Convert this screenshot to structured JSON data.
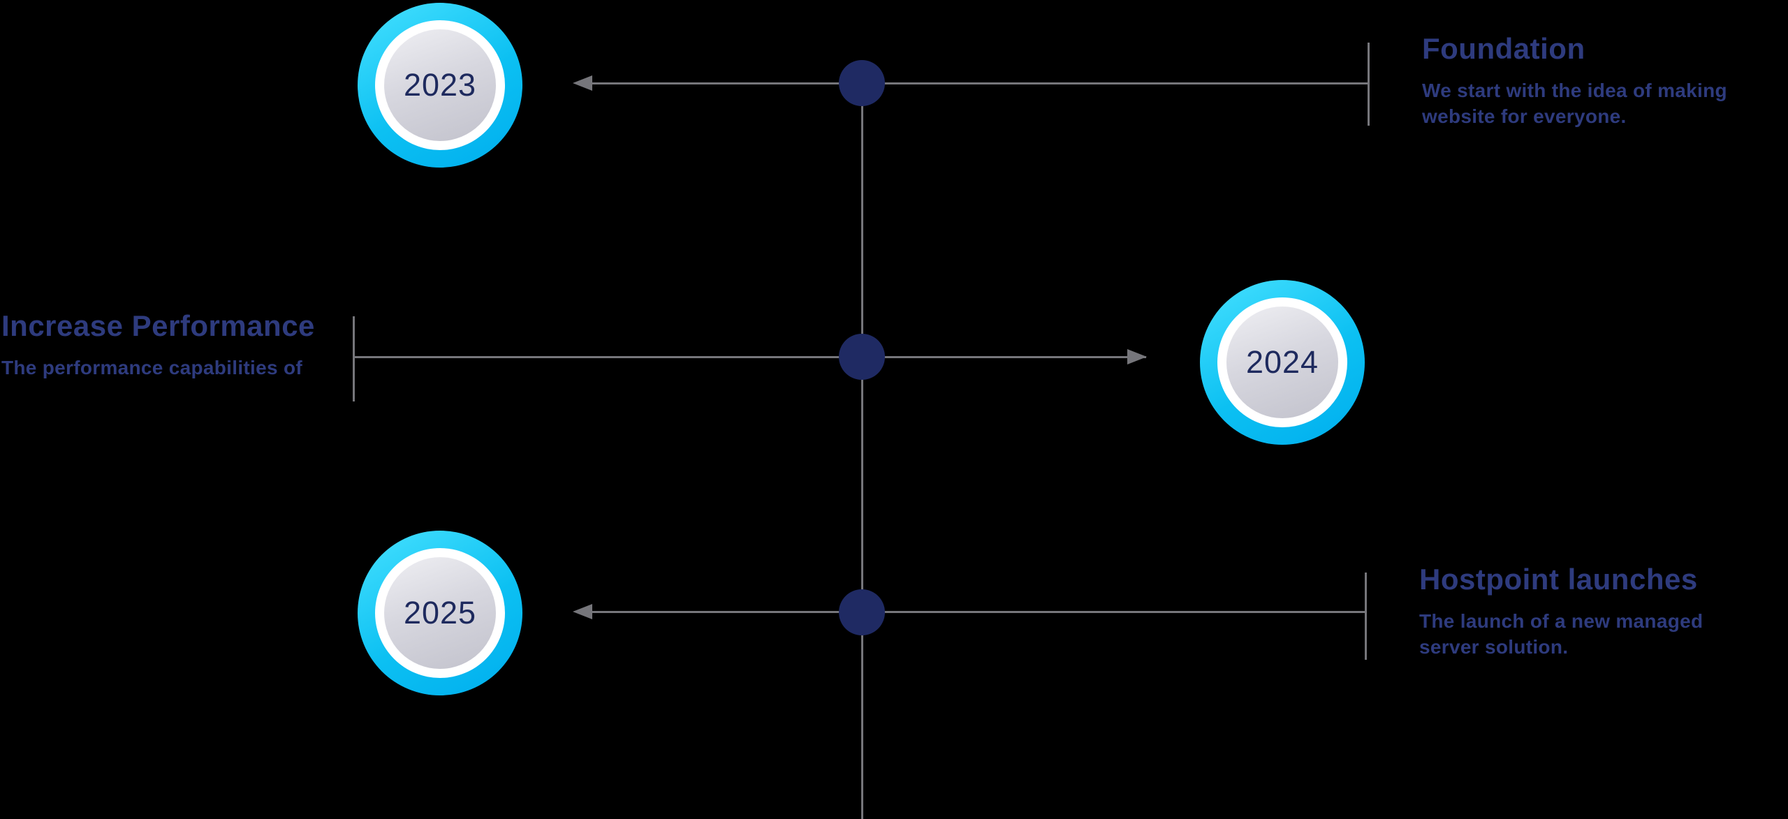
{
  "diagram": {
    "type": "timeline",
    "orientation": "vertical",
    "events": [
      {
        "year": "2023",
        "title": "Foundation",
        "description": "We start with the idea of making website for everyone.",
        "year_side": "left",
        "text_side": "right"
      },
      {
        "year": "2024",
        "title": "Increase Performance",
        "description": "The performance capabilities of",
        "year_side": "right",
        "text_side": "left"
      },
      {
        "year": "2025",
        "title": "Hostpoint launches",
        "description": "The launch of a new managed server solution.",
        "year_side": "left",
        "text_side": "right"
      }
    ]
  },
  "colors": {
    "background": "#000000",
    "line": "#76767b",
    "dot": "#1f2a63",
    "ring": "#0cc0f2",
    "year_text": "#1e2a5e",
    "title_text": "#2e3b7e",
    "description_text": "#2e3b7e"
  }
}
